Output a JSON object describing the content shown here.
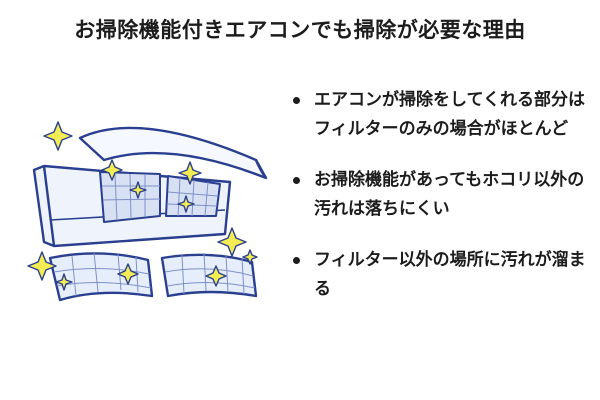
{
  "title": "お掃除機能付きエアコンでも掃除が必要な理由",
  "illustration": {
    "outline_color": "#2a3f8f",
    "fill_light": "#e6eefb",
    "filter_mesh": "#7f90c8",
    "sparkle_color": "#f3ec52"
  },
  "reasons": [
    {
      "text": "エアコンが掃除をしてくれる部分はフィルターのみの場合がほとんど"
    },
    {
      "text": "お掃除機能があってもホコリ以外の汚れは落ちにくい"
    },
    {
      "text": "フィルター以外の場所に汚れが溜まる"
    }
  ]
}
